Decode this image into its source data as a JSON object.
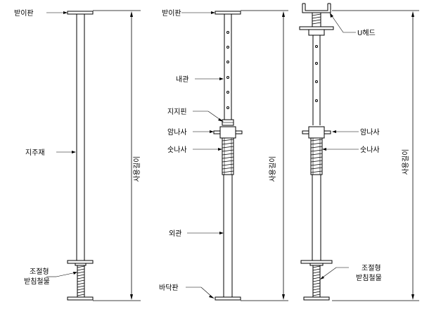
{
  "labels": {
    "bearing_plate": "받이판",
    "strut": "지주재",
    "adjustable_support": [
      "조절형",
      "받침철물"
    ],
    "inner_tube": "내관",
    "support_pin": "지지핀",
    "female_thread": "암나사",
    "male_thread": "숫나사",
    "outer_tube": "외관",
    "base_plate": "바닥판",
    "u_head": "U헤드",
    "usable_length": "사용길이"
  }
}
